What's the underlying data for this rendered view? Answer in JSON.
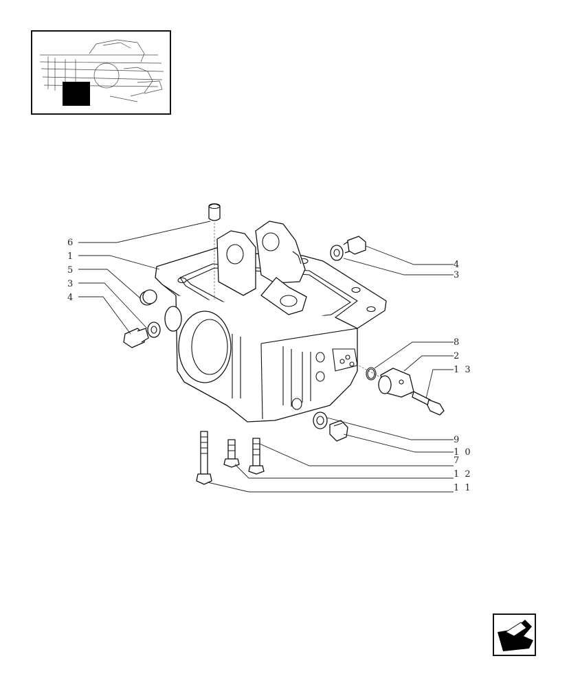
{
  "callouts": [
    {
      "id": "c6",
      "text": "6"
    },
    {
      "id": "c1",
      "text": "1"
    },
    {
      "id": "c5",
      "text": "5"
    },
    {
      "id": "c3l",
      "text": "3"
    },
    {
      "id": "c4l",
      "text": "4"
    },
    {
      "id": "c4r",
      "text": "4"
    },
    {
      "id": "c3r",
      "text": "3"
    },
    {
      "id": "c8",
      "text": "8"
    },
    {
      "id": "c2",
      "text": "2"
    },
    {
      "id": "c13",
      "text": "1 3"
    },
    {
      "id": "c9",
      "text": "9"
    },
    {
      "id": "c10",
      "text": "1 0"
    },
    {
      "id": "c7",
      "text": "7"
    },
    {
      "id": "c12",
      "text": "1 2"
    },
    {
      "id": "c11",
      "text": "1 1"
    }
  ],
  "icons": {
    "thumbnail": "assembly-location-thumbnail",
    "nav": "return-arrow-icon"
  }
}
